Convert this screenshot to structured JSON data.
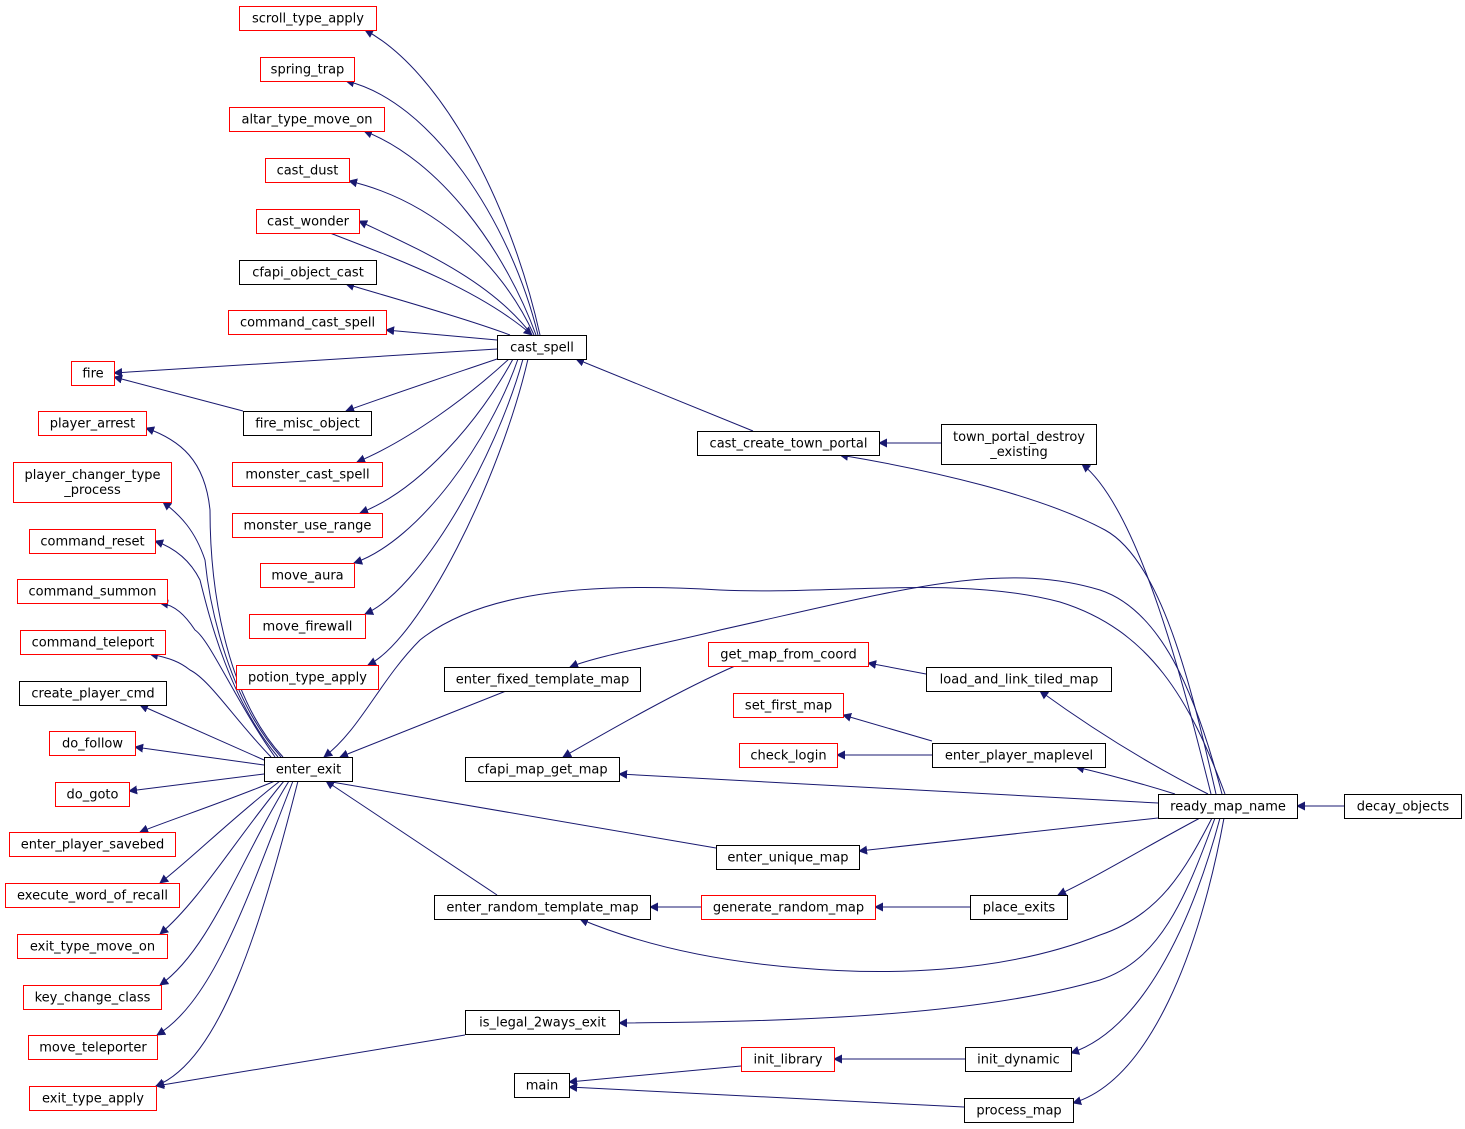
{
  "colors": {
    "edge": "#191970",
    "border_normal": "#000000",
    "border_truncated": "#ff0000",
    "root_fill": "#bfbfbf"
  },
  "nodes": [
    {
      "id": "scroll_type_apply",
      "lines": [
        "scroll_type_apply"
      ],
      "border": "red"
    },
    {
      "id": "spring_trap",
      "lines": [
        "spring_trap"
      ],
      "border": "red"
    },
    {
      "id": "altar_type_move_on",
      "lines": [
        "altar_type_move_on"
      ],
      "border": "red"
    },
    {
      "id": "cast_dust",
      "lines": [
        "cast_dust"
      ],
      "border": "red"
    },
    {
      "id": "cast_wonder",
      "lines": [
        "cast_wonder"
      ],
      "border": "red"
    },
    {
      "id": "cfapi_object_cast",
      "lines": [
        "cfapi_object_cast"
      ],
      "border": "black"
    },
    {
      "id": "command_cast_spell",
      "lines": [
        "command_cast_spell"
      ],
      "border": "red"
    },
    {
      "id": "fire",
      "lines": [
        "fire"
      ],
      "border": "red"
    },
    {
      "id": "fire_misc_object",
      "lines": [
        "fire_misc_object"
      ],
      "border": "black"
    },
    {
      "id": "monster_cast_spell",
      "lines": [
        "monster_cast_spell"
      ],
      "border": "red"
    },
    {
      "id": "monster_use_range",
      "lines": [
        "monster_use_range"
      ],
      "border": "red"
    },
    {
      "id": "move_aura",
      "lines": [
        "move_aura"
      ],
      "border": "red"
    },
    {
      "id": "move_firewall",
      "lines": [
        "move_firewall"
      ],
      "border": "red"
    },
    {
      "id": "potion_type_apply",
      "lines": [
        "potion_type_apply"
      ],
      "border": "red"
    },
    {
      "id": "player_arrest",
      "lines": [
        "player_arrest"
      ],
      "border": "red"
    },
    {
      "id": "player_changer_type_process",
      "lines": [
        "player_changer_type",
        "_process"
      ],
      "border": "red"
    },
    {
      "id": "command_reset",
      "lines": [
        "command_reset"
      ],
      "border": "red"
    },
    {
      "id": "command_summon",
      "lines": [
        "command_summon"
      ],
      "border": "red"
    },
    {
      "id": "command_teleport",
      "lines": [
        "command_teleport"
      ],
      "border": "red"
    },
    {
      "id": "create_player_cmd",
      "lines": [
        "create_player_cmd"
      ],
      "border": "black"
    },
    {
      "id": "do_follow",
      "lines": [
        "do_follow"
      ],
      "border": "red"
    },
    {
      "id": "do_goto",
      "lines": [
        "do_goto"
      ],
      "border": "red"
    },
    {
      "id": "enter_player_savebed",
      "lines": [
        "enter_player_savebed"
      ],
      "border": "red"
    },
    {
      "id": "execute_word_of_recall",
      "lines": [
        "execute_word_of_recall"
      ],
      "border": "red"
    },
    {
      "id": "exit_type_move_on",
      "lines": [
        "exit_type_move_on"
      ],
      "border": "red"
    },
    {
      "id": "key_change_class",
      "lines": [
        "key_change_class"
      ],
      "border": "red"
    },
    {
      "id": "move_teleporter",
      "lines": [
        "move_teleporter"
      ],
      "border": "red"
    },
    {
      "id": "exit_type_apply",
      "lines": [
        "exit_type_apply"
      ],
      "border": "red"
    },
    {
      "id": "cast_spell",
      "lines": [
        "cast_spell"
      ],
      "border": "black"
    },
    {
      "id": "enter_exit",
      "lines": [
        "enter_exit"
      ],
      "border": "black"
    },
    {
      "id": "enter_fixed_template_map",
      "lines": [
        "enter_fixed_template_map"
      ],
      "border": "black"
    },
    {
      "id": "cfapi_map_get_map",
      "lines": [
        "cfapi_map_get_map"
      ],
      "border": "black"
    },
    {
      "id": "enter_random_template_map",
      "lines": [
        "enter_random_template_map"
      ],
      "border": "black"
    },
    {
      "id": "is_legal_2ways_exit",
      "lines": [
        "is_legal_2ways_exit"
      ],
      "border": "black"
    },
    {
      "id": "main",
      "lines": [
        "main"
      ],
      "border": "black"
    },
    {
      "id": "cast_create_town_portal",
      "lines": [
        "cast_create_town_portal"
      ],
      "border": "black"
    },
    {
      "id": "get_map_from_coord",
      "lines": [
        "get_map_from_coord"
      ],
      "border": "red"
    },
    {
      "id": "set_first_map",
      "lines": [
        "set_first_map"
      ],
      "border": "red"
    },
    {
      "id": "check_login",
      "lines": [
        "check_login"
      ],
      "border": "red"
    },
    {
      "id": "enter_unique_map",
      "lines": [
        "enter_unique_map"
      ],
      "border": "black"
    },
    {
      "id": "generate_random_map",
      "lines": [
        "generate_random_map"
      ],
      "border": "red"
    },
    {
      "id": "init_library",
      "lines": [
        "init_library"
      ],
      "border": "red"
    },
    {
      "id": "town_portal_destroy_existing",
      "lines": [
        "town_portal_destroy",
        "_existing"
      ],
      "border": "black"
    },
    {
      "id": "load_and_link_tiled_map",
      "lines": [
        "load_and_link_tiled_map"
      ],
      "border": "black"
    },
    {
      "id": "enter_player_maplevel",
      "lines": [
        "enter_player_maplevel"
      ],
      "border": "black"
    },
    {
      "id": "place_exits",
      "lines": [
        "place_exits"
      ],
      "border": "black"
    },
    {
      "id": "init_dynamic",
      "lines": [
        "init_dynamic"
      ],
      "border": "black"
    },
    {
      "id": "process_map",
      "lines": [
        "process_map"
      ],
      "border": "black"
    },
    {
      "id": "ready_map_name",
      "lines": [
        "ready_map_name"
      ],
      "border": "black"
    },
    {
      "id": "decay_objects",
      "lines": [
        "decay_objects"
      ],
      "border": "black",
      "root": true
    }
  ],
  "edges": [
    {
      "from": "decay_objects",
      "to": "ready_map_name"
    },
    {
      "from": "ready_map_name",
      "to": "town_portal_destroy_existing"
    },
    {
      "from": "ready_map_name",
      "to": "cast_create_town_portal"
    },
    {
      "from": "ready_map_name",
      "to": "enter_fixed_template_map"
    },
    {
      "from": "ready_map_name",
      "to": "enter_exit"
    },
    {
      "from": "ready_map_name",
      "to": "load_and_link_tiled_map"
    },
    {
      "from": "ready_map_name",
      "to": "enter_player_maplevel"
    },
    {
      "from": "ready_map_name",
      "to": "cfapi_map_get_map"
    },
    {
      "from": "ready_map_name",
      "to": "enter_unique_map"
    },
    {
      "from": "ready_map_name",
      "to": "place_exits"
    },
    {
      "from": "ready_map_name",
      "to": "enter_random_template_map"
    },
    {
      "from": "ready_map_name",
      "to": "is_legal_2ways_exit"
    },
    {
      "from": "ready_map_name",
      "to": "init_dynamic"
    },
    {
      "from": "ready_map_name",
      "to": "process_map"
    },
    {
      "from": "town_portal_destroy_existing",
      "to": "cast_create_town_portal"
    },
    {
      "from": "cast_create_town_portal",
      "to": "cast_spell"
    },
    {
      "from": "load_and_link_tiled_map",
      "to": "get_map_from_coord"
    },
    {
      "from": "get_map_from_coord",
      "to": "cfapi_map_get_map"
    },
    {
      "from": "enter_player_maplevel",
      "to": "set_first_map"
    },
    {
      "from": "enter_player_maplevel",
      "to": "check_login"
    },
    {
      "from": "enter_unique_map",
      "to": "enter_exit"
    },
    {
      "from": "place_exits",
      "to": "generate_random_map"
    },
    {
      "from": "generate_random_map",
      "to": "enter_random_template_map"
    },
    {
      "from": "enter_random_template_map",
      "to": "enter_exit"
    },
    {
      "from": "enter_fixed_template_map",
      "to": "enter_exit"
    },
    {
      "from": "init_dynamic",
      "to": "init_library"
    },
    {
      "from": "init_library",
      "to": "main"
    },
    {
      "from": "process_map",
      "to": "main"
    },
    {
      "from": "is_legal_2ways_exit",
      "to": "exit_type_apply"
    },
    {
      "from": "cast_spell",
      "to": "scroll_type_apply"
    },
    {
      "from": "cast_spell",
      "to": "spring_trap"
    },
    {
      "from": "cast_spell",
      "to": "altar_type_move_on"
    },
    {
      "from": "cast_spell",
      "to": "cast_dust"
    },
    {
      "from": "cast_spell",
      "to": "cast_wonder"
    },
    {
      "from": "cast_wonder",
      "to": "cast_spell"
    },
    {
      "from": "cast_spell",
      "to": "cfapi_object_cast"
    },
    {
      "from": "cast_spell",
      "to": "command_cast_spell"
    },
    {
      "from": "cast_spell",
      "to": "fire"
    },
    {
      "from": "cast_spell",
      "to": "fire_misc_object"
    },
    {
      "from": "fire_misc_object",
      "to": "fire"
    },
    {
      "from": "cast_spell",
      "to": "monster_cast_spell"
    },
    {
      "from": "cast_spell",
      "to": "monster_use_range"
    },
    {
      "from": "cast_spell",
      "to": "move_aura"
    },
    {
      "from": "cast_spell",
      "to": "move_firewall"
    },
    {
      "from": "cast_spell",
      "to": "potion_type_apply"
    },
    {
      "from": "enter_exit",
      "to": "player_arrest"
    },
    {
      "from": "enter_exit",
      "to": "player_changer_type_process"
    },
    {
      "from": "enter_exit",
      "to": "command_reset"
    },
    {
      "from": "enter_exit",
      "to": "command_summon"
    },
    {
      "from": "enter_exit",
      "to": "command_teleport"
    },
    {
      "from": "enter_exit",
      "to": "create_player_cmd"
    },
    {
      "from": "enter_exit",
      "to": "do_follow"
    },
    {
      "from": "enter_exit",
      "to": "do_goto"
    },
    {
      "from": "enter_exit",
      "to": "enter_player_savebed"
    },
    {
      "from": "enter_exit",
      "to": "execute_word_of_recall"
    },
    {
      "from": "enter_exit",
      "to": "exit_type_move_on"
    },
    {
      "from": "enter_exit",
      "to": "key_change_class"
    },
    {
      "from": "enter_exit",
      "to": "move_teleporter"
    },
    {
      "from": "enter_exit",
      "to": "exit_type_apply"
    }
  ]
}
